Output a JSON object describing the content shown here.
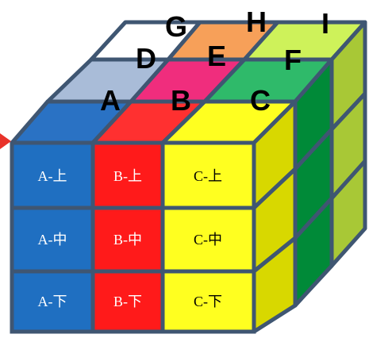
{
  "top_labels": {
    "A": "A",
    "B": "B",
    "C": "C",
    "D": "D",
    "E": "E",
    "F": "F",
    "G": "G",
    "H": "H",
    "I": "I"
  },
  "cells": {
    "a_top": "A‐上",
    "b_top": "B‐上",
    "c_top": "C‐上",
    "a_mid": "A‐中",
    "b_mid": "B‐中",
    "c_mid": "C‐中",
    "a_bot": "A‐下",
    "b_bot": "B‐下",
    "c_bot": "C‐下"
  },
  "colors": {
    "outline": "#3f5672",
    "blue": "#1f6fc1",
    "blue_top": "#2a72c4",
    "red": "#ff1a1a",
    "red_top": "#ff3030",
    "yellow": "#ffff20",
    "yellow_side": "#d8d800",
    "light_blue": "#a9bcd8",
    "magenta": "#f02d7d",
    "mid_green": "#2fba6a",
    "dark_green": "#008a38",
    "lime": "#cef25a",
    "lime_side": "#a8c836",
    "orange": "#f7a059",
    "white": "#ffffff",
    "arrow": "#e8322a"
  }
}
